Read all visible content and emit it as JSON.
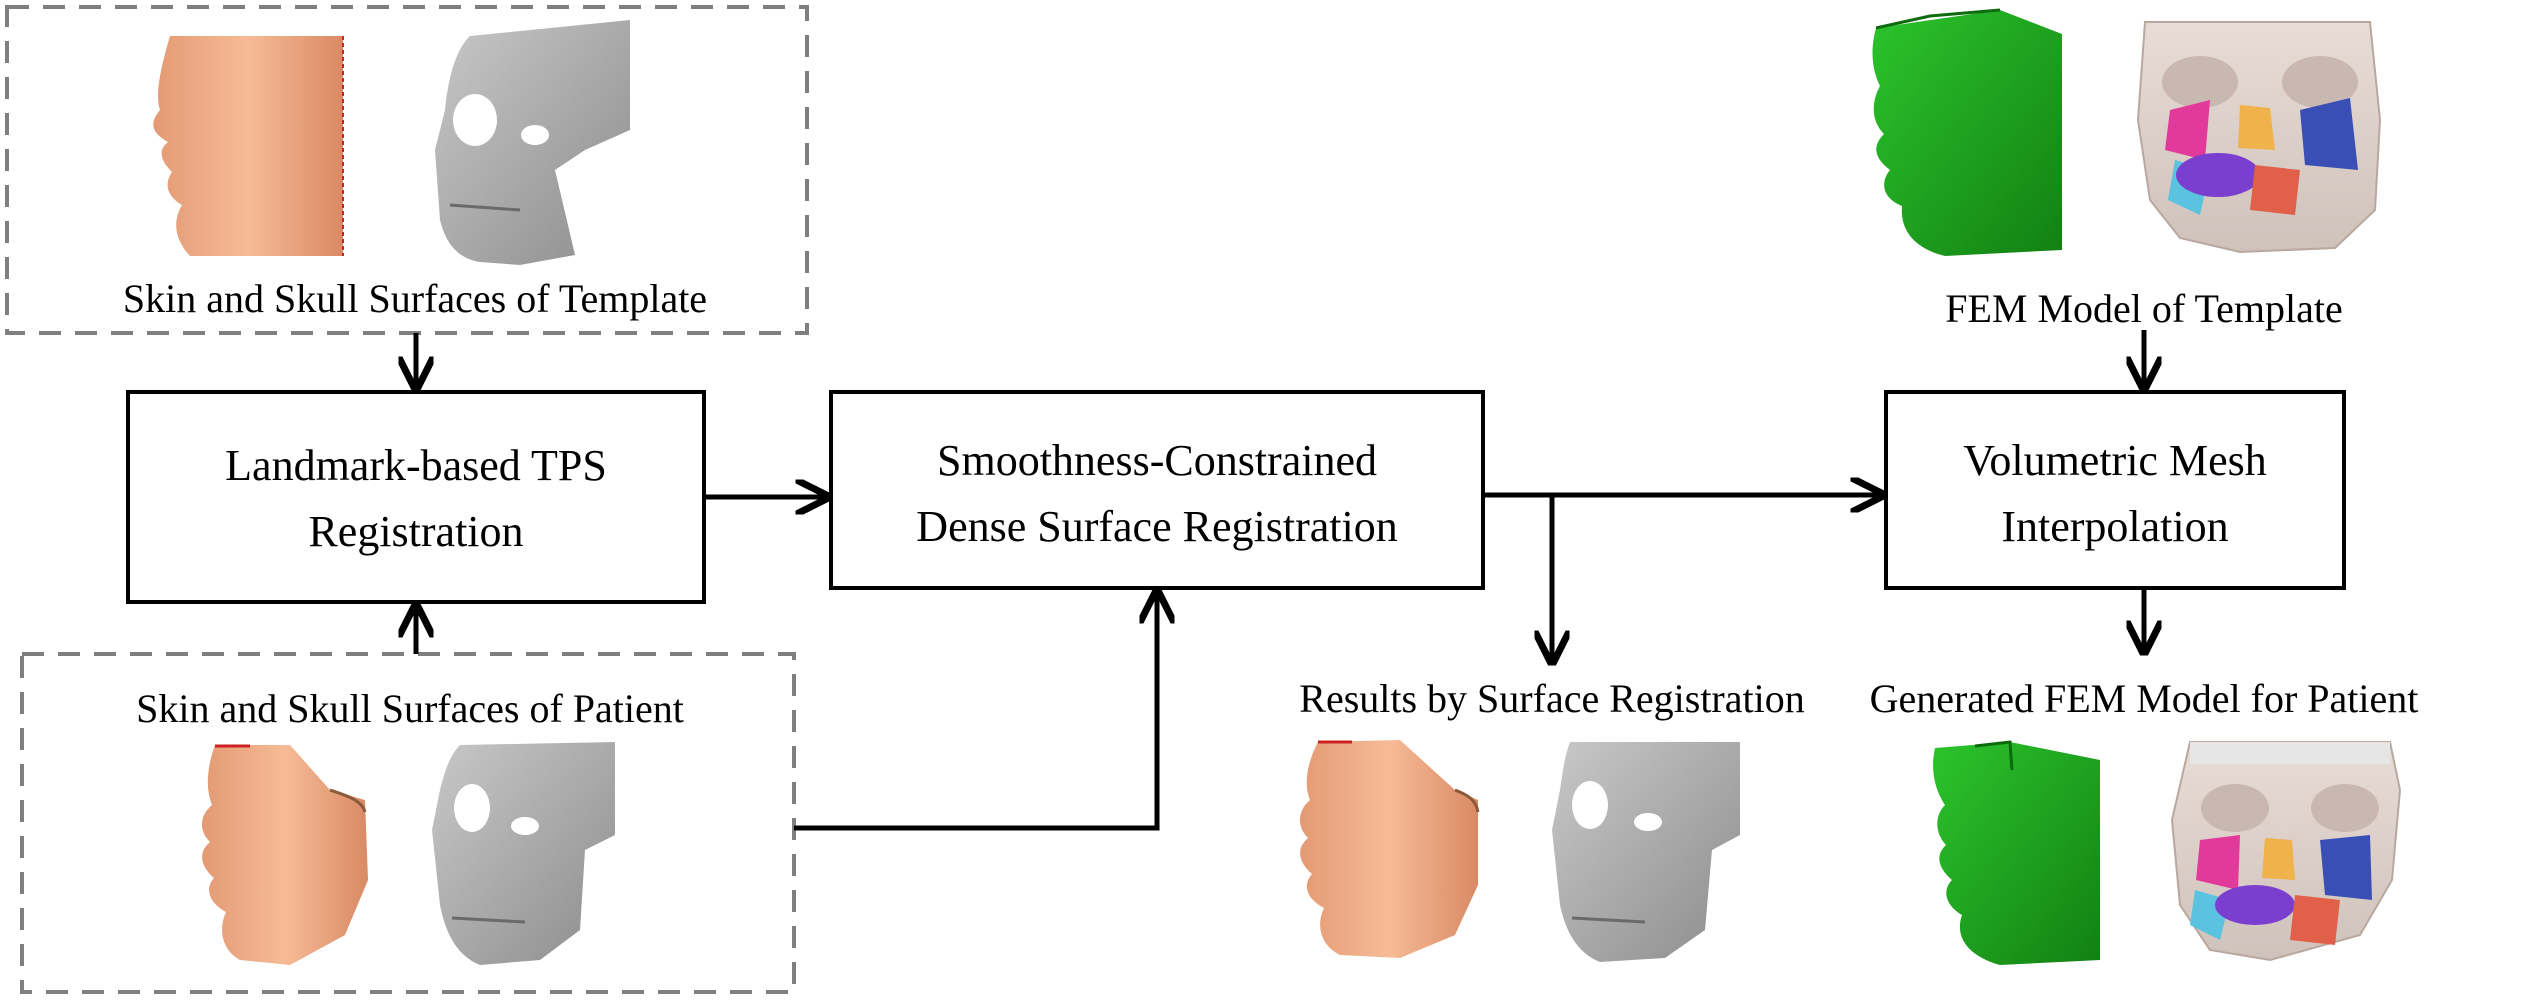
{
  "boxes": {
    "tps": [
      "Landmark-based TPS",
      "Registration"
    ],
    "dense": [
      "Smoothness-Constrained",
      "Dense Surface Registration"
    ],
    "vmi": [
      "Volumetric Mesh",
      "Interpolation"
    ]
  },
  "captions": {
    "template_surfaces": "Skin and Skull Surfaces of Template",
    "patient_surfaces": "Skin and Skull Surfaces of Patient",
    "fem_template": "FEM Model of Template",
    "surface_results": "Results by Surface Registration",
    "fem_patient": "Generated FEM Model for Patient"
  },
  "colors": {
    "skin": "#f2b08a",
    "skull": "#a9a9a9",
    "fem_green": "#1fa51f",
    "dashed_border": "#7f7f7f"
  }
}
